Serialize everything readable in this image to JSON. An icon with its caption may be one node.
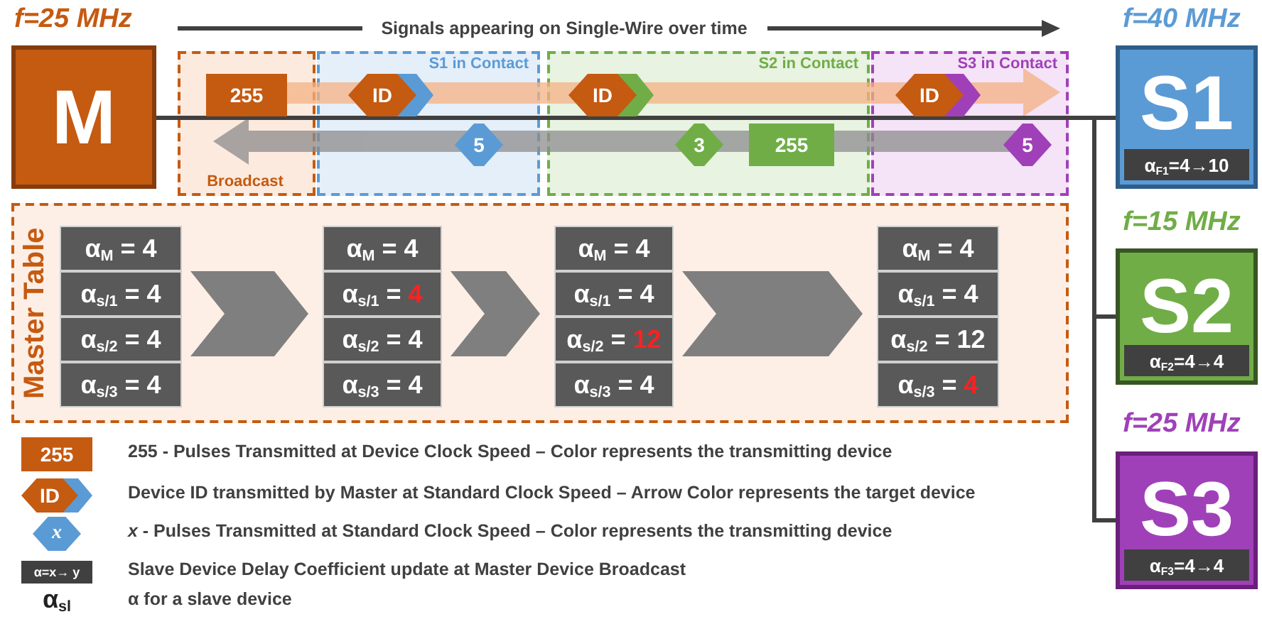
{
  "diagram": {
    "title": "Signals appearing on Single-Wire over time",
    "nodes": [
      {
        "text": [
          "M"
        ],
        "beside": [
          "f=25 MHz"
        ]
      },
      {
        "text": [
          "S1",
          "α$_{F1}$=4→10"
        ],
        "beside": [
          "f=40 MHz"
        ]
      },
      {
        "text": [
          "S2",
          "α$_{F2}$=4→4"
        ],
        "beside": [
          "f=15 MHz"
        ]
      },
      {
        "text": [
          "S3",
          "α$_{F3}$=4→4"
        ],
        "beside": [
          "f=25 MHz"
        ]
      },
      {
        "text": [
          "Broadcast"
        ]
      },
      {
        "text": [
          "S1 in Contact"
        ]
      },
      {
        "text": [
          "S2 in Contact"
        ]
      },
      {
        "text": [
          "S3 in Contact"
        ]
      },
      {
        "text": [
          "255"
        ],
        "in": 4
      },
      {
        "text": [
          "ID"
        ],
        "in": 5
      },
      {
        "text": [
          "5"
        ],
        "in": 5
      },
      {
        "text": [
          "ID"
        ],
        "in": 6
      },
      {
        "text": [
          "3"
        ],
        "in": 6
      },
      {
        "text": [
          "255"
        ],
        "in": 6
      },
      {
        "text": [
          "ID"
        ],
        "in": 7
      },
      {
        "text": [
          "5"
        ],
        "in": 7
      },
      {
        "text": [
          "Master Table"
        ]
      },
      {
        "text": [
          "α$_{M}$ = 4",
          "α$_{s/1}$ = 4",
          "α$_{s/2}$ = 4",
          "α$_{s/3}$ = 4"
        ],
        "in": 16
      },
      {
        "text": [
          "α$_{M}$ = 4",
          "α$_{s/1}$ = **4**",
          "α$_{s/2}$ = 4",
          "α$_{s/3}$ = 4"
        ],
        "in": 16
      },
      {
        "text": [
          "α$_{M}$ = 4",
          "α$_{s/1}$ = 4",
          "α$_{s/2}$ = **12**",
          "α$_{s/3}$ = 4"
        ],
        "in": 16
      },
      {
        "text": [
          "α$_{M}$ = 4",
          "α$_{s/1}$ = 4",
          "α$_{s/2}$ = 12",
          "α$_{s/3}$ = **4**"
        ],
        "in": 16
      }
    ],
    "edges": [
      {
        "from": 0,
        "to": 1,
        "arrow": "none"
      },
      {
        "from": 0,
        "to": 2,
        "arrow": "none"
      },
      {
        "from": 0,
        "to": 3,
        "arrow": "none"
      },
      {
        "from": 17,
        "to": 18,
        "arrow": "to"
      },
      {
        "from": 18,
        "to": 19,
        "arrow": "to"
      },
      {
        "from": 19,
        "to": 20,
        "arrow": "to"
      }
    ],
    "labels": [
      "255",
      "ID",
      "*x*",
      "α=x→ y",
      "α$_{sl}$"
    ],
    "legend": [
      {
        "text": "255 - Pulses Transmitted at Device Clock Speed – Color represents the transmitting device"
      },
      {
        "text": "Device ID transmitted by Master at Standard Clock Speed – Arrow Color represents the target device"
      },
      {
        "text": "*x* - Pulses Transmitted at Standard Clock Speed – Color represents the transmitting device"
      },
      {
        "text": "Slave Device Delay Coefficient update at Master Device Broadcast"
      },
      {
        "text": "α for a slave device"
      }
    ]
  }
}
